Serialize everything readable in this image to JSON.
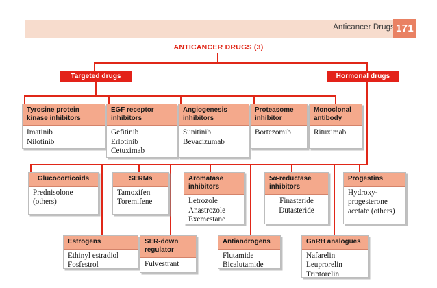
{
  "header": {
    "running_title": "Anticancer Drugs",
    "page_number": "171"
  },
  "chart_data": {
    "type": "diagram",
    "title": "ANTICANCER DRUGS (3)",
    "colors": {
      "header_bar": "#F7DCCD",
      "page_badge": "#E98163",
      "line": "#E02718",
      "red_box": "#E32219",
      "card_header": "#F4A98C",
      "card_body": "#FFFFFF",
      "title_text": "#E02718"
    },
    "branches": [
      {
        "id": "targeted",
        "label": "Targeted drugs"
      },
      {
        "id": "hormonal",
        "label": "Hormonal drugs"
      }
    ],
    "groups": [
      {
        "id": "tyrosine-protein-kinase-inhibitors",
        "branch": "targeted",
        "row": 1,
        "title": "Tyrosine protein kinase inhibitors",
        "title_align": "left",
        "body_align": "left",
        "drugs": [
          "Imatinib",
          "Nilotinib"
        ]
      },
      {
        "id": "egf-receptor-inhibitors",
        "branch": "targeted",
        "row": 1,
        "title": "EGF receptor inhibitors",
        "title_align": "left",
        "body_align": "left",
        "drugs": [
          "Gefitinib",
          "Erlotinib",
          "Cetuximab"
        ]
      },
      {
        "id": "angiogenesis-inhibitors",
        "branch": "targeted",
        "row": 1,
        "title": "Angiogenesis inhibitors",
        "title_align": "left",
        "body_align": "left",
        "drugs": [
          "Sunitinib",
          "Bevacizumab"
        ]
      },
      {
        "id": "proteasome-inhibitor",
        "branch": "targeted",
        "row": 1,
        "title": "Proteasome inhibitor",
        "title_align": "left",
        "body_align": "left",
        "drugs": [
          "Bortezomib"
        ]
      },
      {
        "id": "monoclonal-antibody",
        "branch": "targeted",
        "row": 1,
        "title": "Monoclonal antibody",
        "title_align": "left",
        "body_align": "left",
        "drugs": [
          "Rituximab"
        ]
      },
      {
        "id": "glucocorticoids",
        "branch": "hormonal",
        "row": 2,
        "title": "Glucocorticoids",
        "title_align": "center",
        "body_align": "left",
        "drugs": [
          "Prednisolone",
          "(others)"
        ]
      },
      {
        "id": "serms",
        "branch": "hormonal",
        "row": 2,
        "title": "SERMs",
        "title_align": "center",
        "body_align": "left",
        "drugs": [
          "Tamoxifen",
          "Toremifene"
        ]
      },
      {
        "id": "aromatase-inhibitors",
        "branch": "hormonal",
        "row": 2,
        "title": "Aromatase inhibitors",
        "title_align": "left",
        "body_align": "left",
        "drugs": [
          "Letrozole",
          "Anastrozole",
          "Exemestane"
        ]
      },
      {
        "id": "5-alpha-reductase-inhibitors",
        "branch": "hormonal",
        "row": 2,
        "title": "5α-reductase inhibitors",
        "title_align": "left",
        "body_align": "center",
        "drugs": [
          "Finasteride",
          "Dutasteride"
        ]
      },
      {
        "id": "progestins",
        "branch": "hormonal",
        "row": 2,
        "title": "Progestins",
        "title_align": "left",
        "body_align": "left",
        "drugs": [
          "Hydroxy-progesterone acetate (others)"
        ]
      },
      {
        "id": "estrogens",
        "branch": "hormonal",
        "row": 3,
        "title": "Estrogens",
        "title_align": "left",
        "body_align": "left",
        "drugs": [
          "Ethinyl estradiol",
          "Fosfestrol"
        ]
      },
      {
        "id": "ser-down-regulator",
        "branch": "hormonal",
        "row": 3,
        "title": "SER-down regulator",
        "title_align": "left",
        "body_align": "left",
        "drugs": [
          "Fulvestrant"
        ]
      },
      {
        "id": "antiandrogens",
        "branch": "hormonal",
        "row": 3,
        "title": "Antiandrogens",
        "title_align": "left",
        "body_align": "left",
        "drugs": [
          "Flutamide",
          "Bicalutamide"
        ]
      },
      {
        "id": "gnrh-analogues",
        "branch": "hormonal",
        "row": 3,
        "title": "GnRH analogues",
        "title_align": "left",
        "body_align": "left",
        "drugs": [
          "Nafarelin",
          "Leuprorelin",
          "Triptorelin"
        ]
      }
    ]
  }
}
